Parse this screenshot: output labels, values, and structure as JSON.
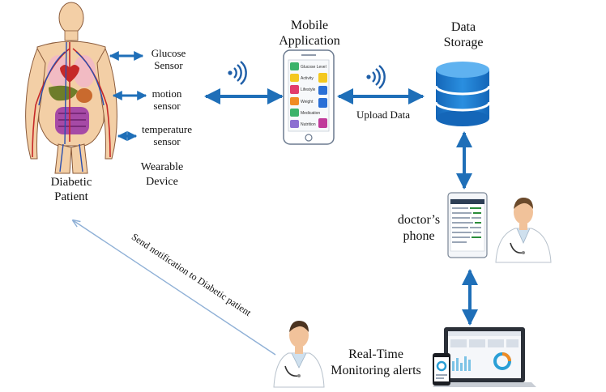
{
  "patient": {
    "label_line1": "Diabetic",
    "label_line2": "Patient"
  },
  "sensors": [
    {
      "line1": "Glucose",
      "line2": "Sensor"
    },
    {
      "line1": "motion",
      "line2": "sensor"
    },
    {
      "line1": "temperature",
      "line2": "sensor"
    }
  ],
  "wearable": {
    "line1": "Wearable",
    "line2": "Device"
  },
  "mobile_app": {
    "line1": "Mobile",
    "line2": "Application",
    "menu_items": [
      "Glucose Level",
      "Activity",
      "Lifestyle",
      "Weight",
      "Medication",
      "Nutrition"
    ]
  },
  "data_storage": {
    "line1": "Data",
    "line2": "Storage"
  },
  "upload_label": "Upload Data",
  "doctor_phone": {
    "line1": "doctor’s",
    "line2": "phone"
  },
  "monitoring": {
    "line1": "Real-Time",
    "line2": "Monitoring alerts"
  },
  "notification_label": "Send notification to Diabetic patient",
  "colors": {
    "arrow_blue": "#1f6fb8",
    "wifi_blue": "#1f5fa8",
    "db_blue": "#1e7fd0",
    "skin": "#f3cfa6",
    "notify_arrow": "#8fb0d6"
  }
}
